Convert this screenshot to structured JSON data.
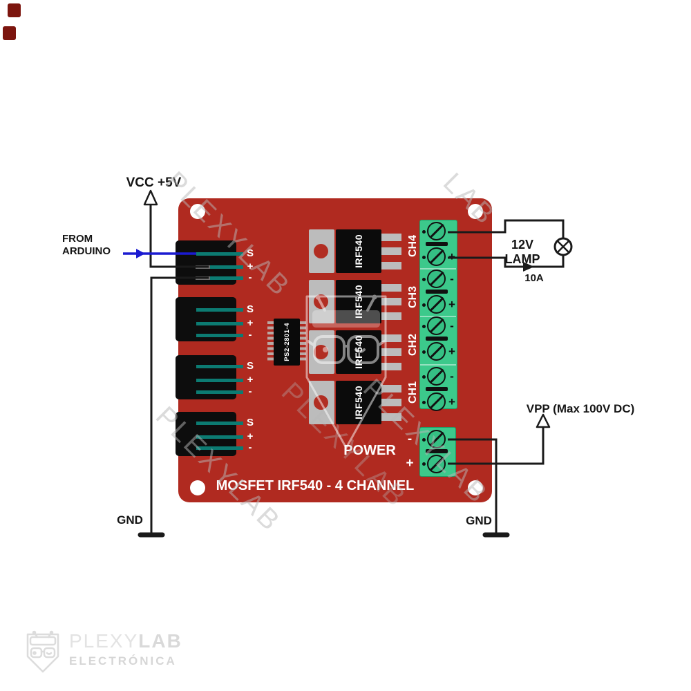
{
  "labels": {
    "vcc": "VCC +5V",
    "from1": "FROM",
    "from2": "ARDUINO",
    "gnd_left": "GND",
    "gnd_right": "GND",
    "vpp": "VPP (Max 100V DC)",
    "lamp": "12V LAMP",
    "current": "10A",
    "power": "POWER",
    "title": "MOSFET IRF540 - 4 CHANNEL",
    "ic": "PS2-2801-4"
  },
  "pins": [
    "S",
    "+",
    "-"
  ],
  "channels": [
    "CH4",
    "CH3",
    "CH2",
    "CH1"
  ],
  "signs": [
    "-",
    "+"
  ],
  "mosfet_label": "IRF540",
  "watermark": {
    "text": "PLEXYLAB",
    "short": "LAB"
  },
  "brand": {
    "name_light": "PLEXY",
    "name_bold": "LAB",
    "subtitle": "ELECTRÓNICA"
  },
  "colors": {
    "board": "#b02a20",
    "terminal_block": "#3cc98b",
    "trace": "#0c7b72",
    "wire": "#1a1a1a",
    "signal_wire_blue": "#1b1bd1",
    "watermark_gray": "#b8b8b8"
  }
}
